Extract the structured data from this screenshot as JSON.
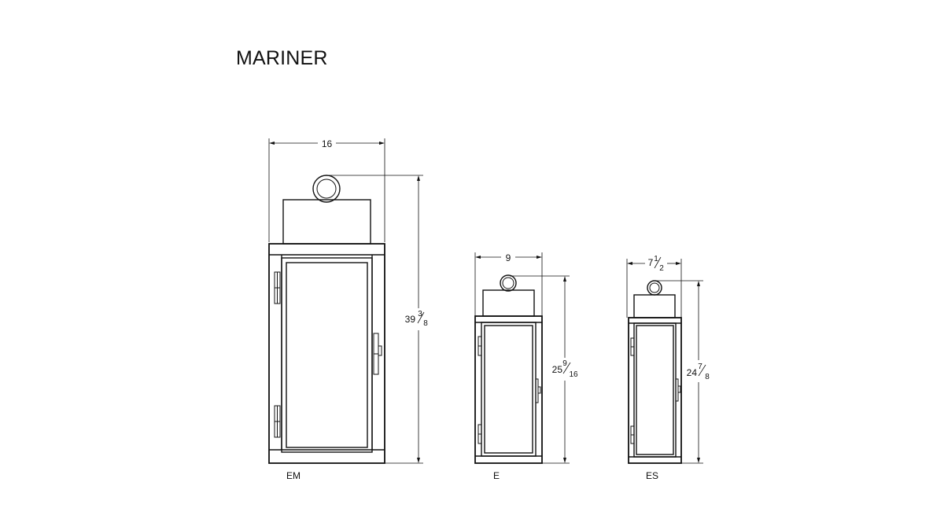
{
  "title": "MARINER",
  "colors": {
    "line": "#111111",
    "background": "#ffffff"
  },
  "lanterns": [
    {
      "model": "EM",
      "width": {
        "whole": "16",
        "num": "",
        "den": ""
      },
      "height": {
        "whole": "39",
        "num": "3",
        "den": "8"
      }
    },
    {
      "model": "E",
      "width": {
        "whole": "9",
        "num": "",
        "den": ""
      },
      "height": {
        "whole": "25",
        "num": "9",
        "den": "16"
      }
    },
    {
      "model": "ES",
      "width": {
        "whole": "7",
        "num": "1",
        "den": "2"
      },
      "height": {
        "whole": "24",
        "num": "7",
        "den": "8"
      }
    }
  ]
}
